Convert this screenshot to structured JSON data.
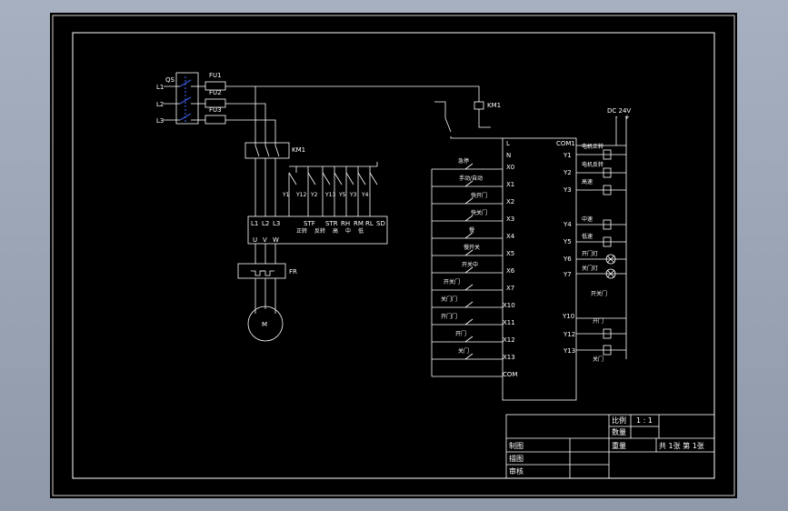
{
  "power": {
    "qs": "QS",
    "phases": [
      "L1",
      "L2",
      "L3"
    ],
    "fuses": [
      "FU1",
      "FU2",
      "FU3"
    ],
    "km1_main": "KM1",
    "km1_coil": "KM1",
    "fr": "FR",
    "motor": "M"
  },
  "inverter": {
    "top_labels": [
      "L1",
      "L2",
      "L3"
    ],
    "out_labels": [
      "U",
      "V",
      "W"
    ],
    "terminal_labels": [
      "STF",
      "STR",
      "RH",
      "RM",
      "RL",
      "SD"
    ],
    "terminal_sub": [
      "正转",
      "反转",
      "高",
      "中",
      "低"
    ],
    "relay_labels": [
      "Y1",
      "Y12",
      "Y2",
      "Y13",
      "Y5",
      "Y3",
      "Y4"
    ]
  },
  "plc": {
    "top_left": [
      "L",
      "N"
    ],
    "com_top": "COM1",
    "inputs": [
      "X0",
      "X1",
      "X2",
      "X3",
      "X4",
      "X5",
      "X6",
      "X7",
      "X10",
      "X11",
      "X12",
      "X13",
      "COM"
    ],
    "input_names": [
      "急停",
      "手动/自动",
      "快开门",
      "快关门",
      "慢",
      "慢开关",
      "开关中",
      "开关门",
      "关门门",
      "开门门",
      "开门",
      "关门"
    ],
    "outputs": [
      "Y1",
      "Y2",
      "Y3",
      "Y4",
      "Y5",
      "Y6",
      "Y7",
      "Y10",
      "Y12",
      "Y13"
    ],
    "output_names": [
      "电机正转",
      "电机反转",
      "高速",
      "中速",
      "低速",
      "开门灯",
      "关门灯",
      "开关门",
      "开门",
      "关门"
    ],
    "dc_label": "DC 24V",
    "dc_signs": [
      "-",
      "+"
    ]
  },
  "title_block": {
    "scale_label": "比例",
    "scale_value": "1 : 1",
    "qty_label": "数量",
    "weight_label": "重量",
    "sheets": "共 1张  第 1张",
    "rows": [
      "制图",
      "描图",
      "审核"
    ]
  },
  "colors": {
    "background": "#000000",
    "line": "#ffffff",
    "switch": "#3a5bd9",
    "frame": "#9aa4b4"
  }
}
